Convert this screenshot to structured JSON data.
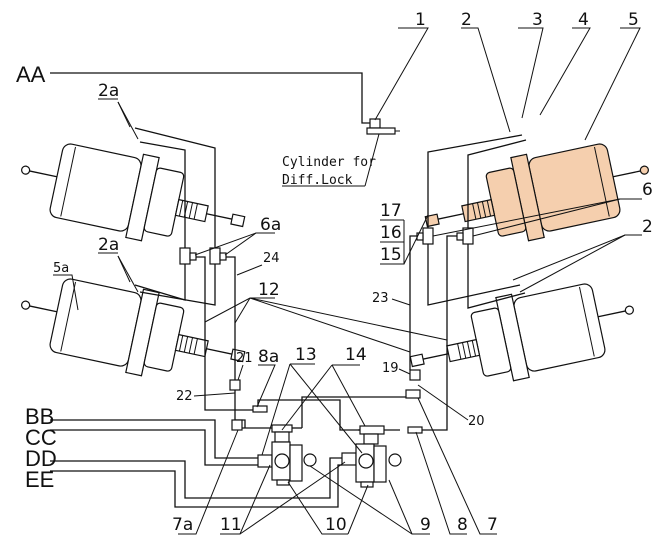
{
  "diagram": {
    "title": "Brake chamber pneumatic circuit",
    "highlight_color": "#f5cfae",
    "highlighted_part": "5",
    "ports": [
      "AA",
      "BB",
      "CC",
      "DD",
      "EE"
    ],
    "note": {
      "line1": "Cylinder for",
      "line2": "Diff.Lock"
    },
    "labels": {
      "l1": "1",
      "l2": "2",
      "l3": "3",
      "l4": "4",
      "l5": "5",
      "l6": "6",
      "l2b": "2",
      "l2a_top": "2a",
      "l2a_mid": "2a",
      "l5a": "5a",
      "l6a": "6a",
      "l24": "24",
      "l12": "12",
      "l17": "17",
      "l16": "16",
      "l15": "15",
      "l23": "23",
      "l21": "21",
      "l8a": "8a",
      "l13": "13",
      "l14": "14",
      "l22": "22",
      "l19": "19",
      "l20": "20",
      "l7a": "7a",
      "l11": "11",
      "l10": "10",
      "l9": "9",
      "l8": "8",
      "l7": "7"
    }
  }
}
